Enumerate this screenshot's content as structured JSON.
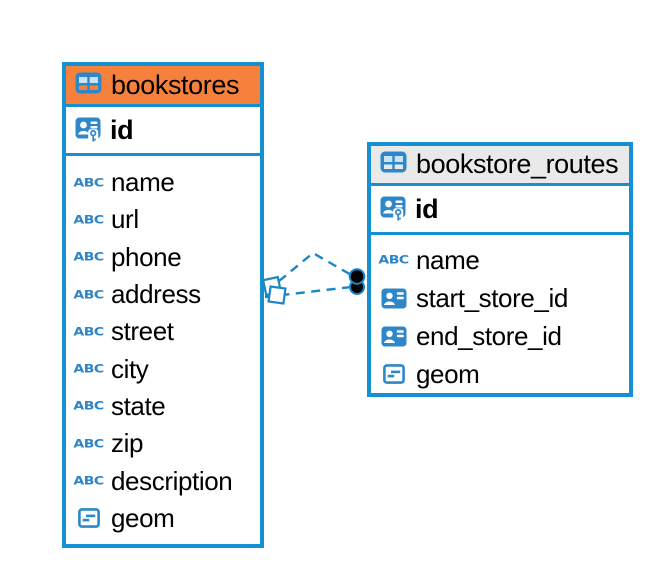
{
  "diagram": {
    "type": "entity-relationship",
    "colors": {
      "accent_blue": "#1590D2",
      "icon_blue": "#2E87C9",
      "header_orange": "#F5813D",
      "header_gray": "#E9E9E9",
      "relation_blue": "#1C85C7",
      "endpoint_black": "#000000",
      "icon_cell_light_blue": "#C9E4F6"
    },
    "icons": {
      "text_type_glyph": "ABC"
    },
    "tables": [
      {
        "title": "bookstores",
        "header_color": "#F5813D",
        "pk": {
          "name": "id",
          "type": "primary-key"
        },
        "columns": [
          {
            "name": "name",
            "type": "text"
          },
          {
            "name": "url",
            "type": "text"
          },
          {
            "name": "phone",
            "type": "text"
          },
          {
            "name": "address",
            "type": "text"
          },
          {
            "name": "street",
            "type": "text"
          },
          {
            "name": "city",
            "type": "text"
          },
          {
            "name": "state",
            "type": "text"
          },
          {
            "name": "zip",
            "type": "text"
          },
          {
            "name": "description",
            "type": "text"
          },
          {
            "name": "geom",
            "type": "geometry"
          }
        ]
      },
      {
        "title": "bookstore_routes",
        "header_color": "#E9E9E9",
        "pk": {
          "name": "id",
          "type": "primary-key"
        },
        "columns": [
          {
            "name": "name",
            "type": "text"
          },
          {
            "name": "start_store_id",
            "type": "foreign-key"
          },
          {
            "name": "end_store_id",
            "type": "foreign-key"
          },
          {
            "name": "geom",
            "type": "geometry"
          }
        ]
      }
    ],
    "relations": [
      {
        "from": "bookstores",
        "to": "bookstore_routes",
        "style": "dashed"
      },
      {
        "from": "bookstores",
        "to": "bookstore_routes",
        "style": "dashed"
      }
    ]
  }
}
